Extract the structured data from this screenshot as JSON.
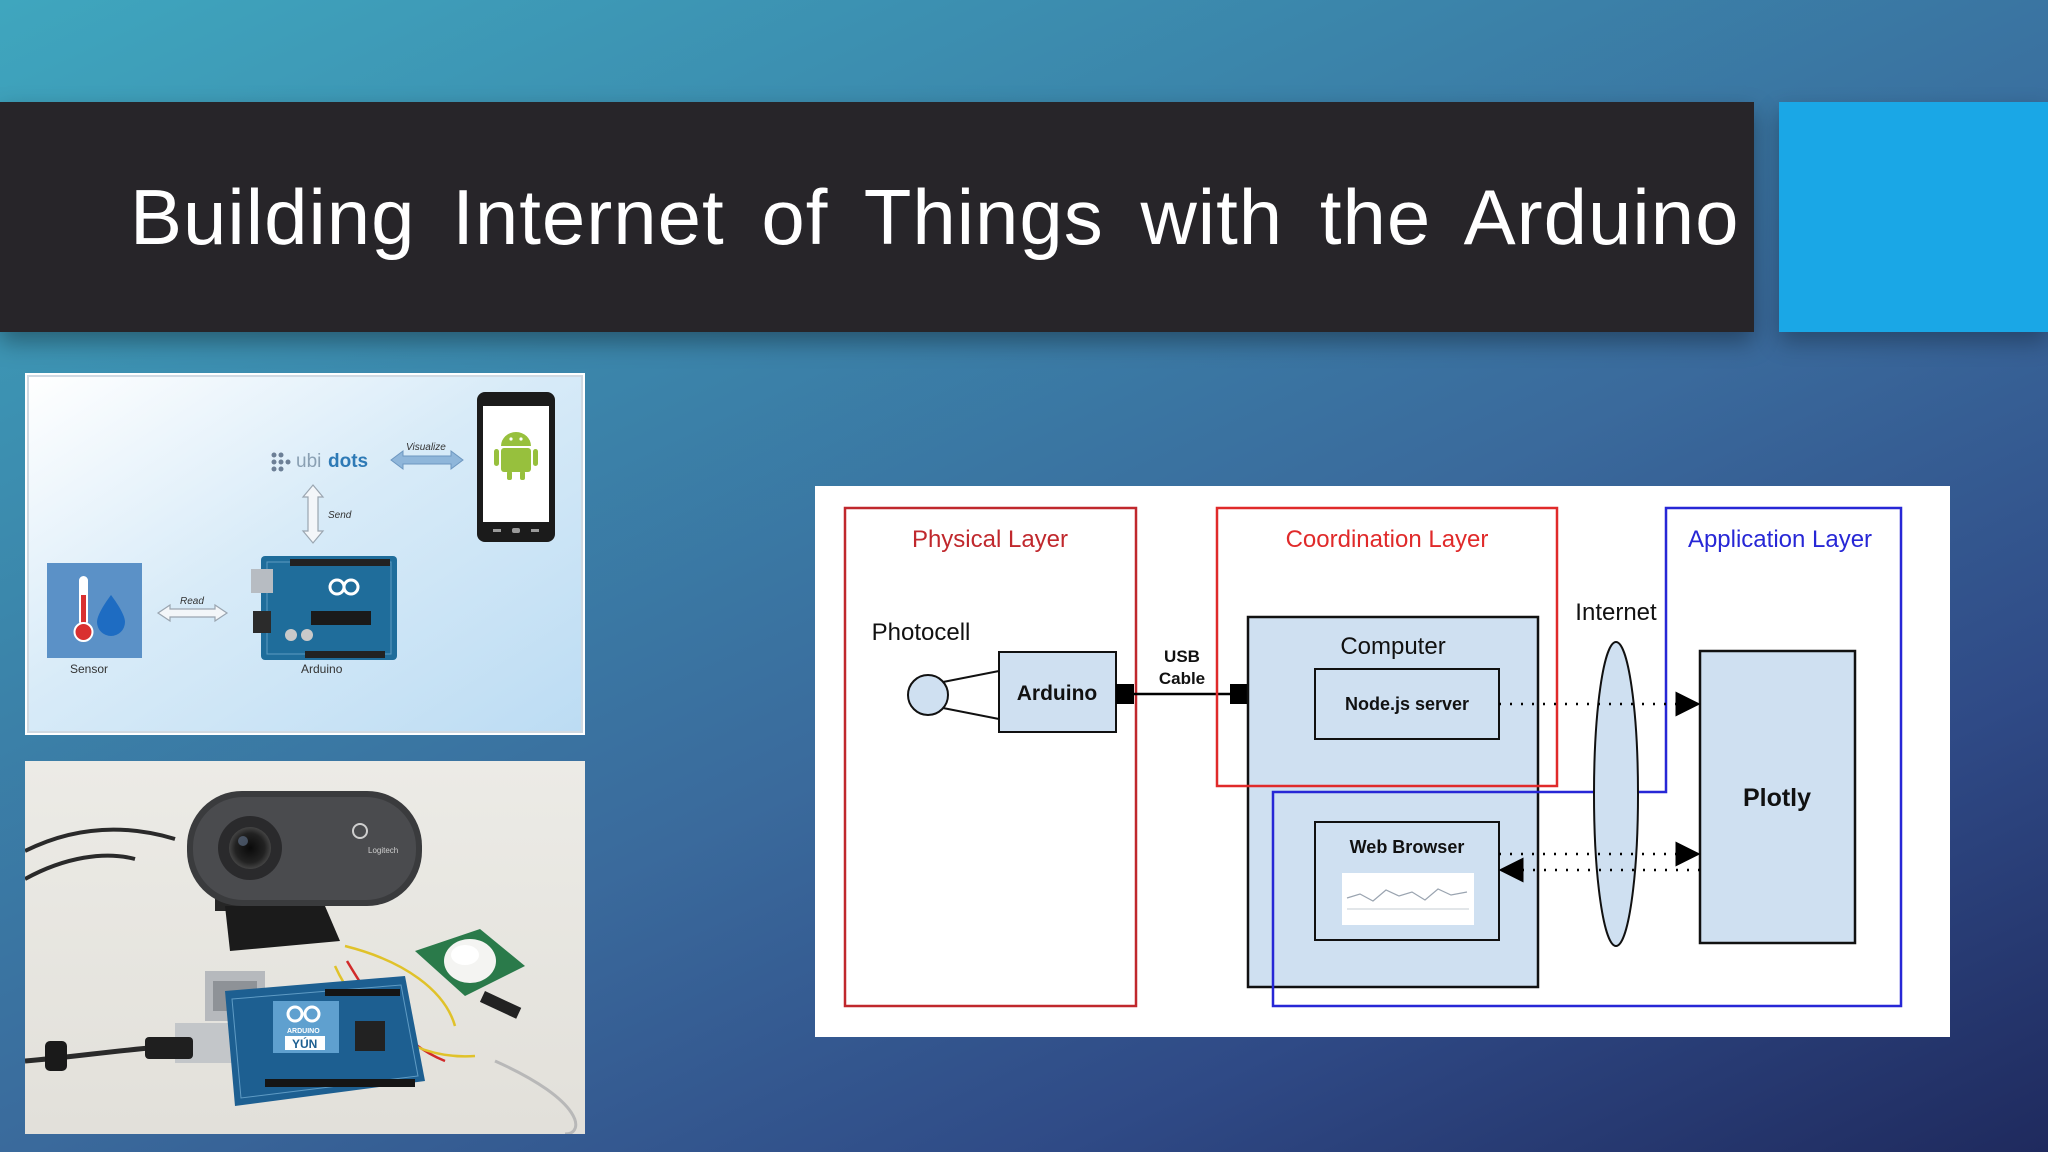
{
  "slide": {
    "title": "Building Internet of Things with the Arduino"
  },
  "ubidots_figure": {
    "logo_prefix": "ubi",
    "logo_suffix": "dots",
    "visualize_label": "Visualize",
    "send_label": "Send",
    "read_label": "Read",
    "sensor_label": "Sensor",
    "arduino_label": "Arduino"
  },
  "photo": {
    "board_brand": "ARDUINO",
    "board_model": "YÚN",
    "camera_brand": "Logitech"
  },
  "architecture_diagram": {
    "physical_layer": "Physical Layer",
    "coordination_layer": "Coordination Layer",
    "application_layer": "Application Layer",
    "photocell": "Photocell",
    "arduino": "Arduino",
    "usb_cable_line1": "USB",
    "usb_cable_line2": "Cable",
    "computer": "Computer",
    "nodejs_server": "Node.js server",
    "internet": "Internet",
    "web_browser": "Web Browser",
    "plotly": "Plotly",
    "colors": {
      "physical": "#c0282d",
      "coordination": "#e02a2a",
      "application": "#2727d6",
      "box_fill": "#cfe0f1"
    }
  }
}
